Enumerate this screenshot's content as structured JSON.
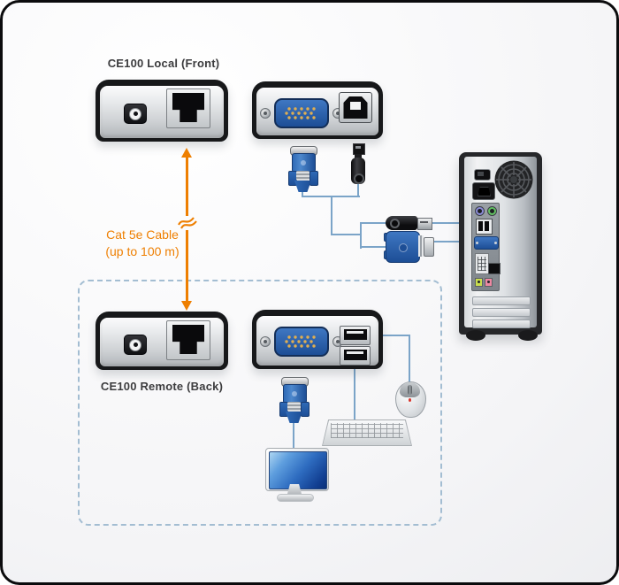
{
  "diagram": {
    "local_unit_label": "CE100 Local (Front)",
    "remote_unit_label": "CE100 Remote (Back)",
    "cable_label_line1": "Cat 5e Cable",
    "cable_label_line2": "(up to 100 m)"
  },
  "colors": {
    "accent_orange": "#EE7F01",
    "cable_blue": "#7BA4C8",
    "vga_blue": "#3F77C2",
    "dashed_border": "#A3BDD2",
    "label_text": "#3C3C3E"
  },
  "icons": {
    "cable_break": "cable-break-symbol",
    "fan": "fan-grille",
    "rj45": "rj45-port",
    "dc": "dc-power-jack"
  }
}
